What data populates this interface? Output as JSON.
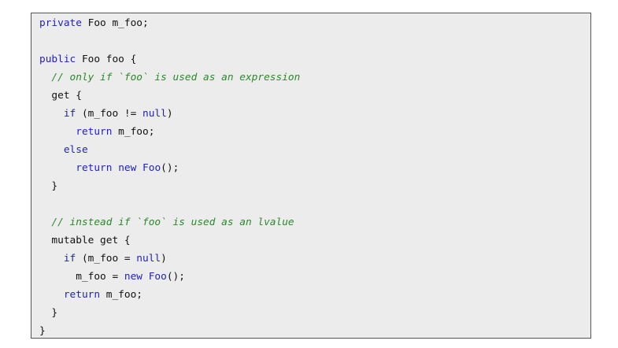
{
  "colors": {
    "background": "#ececec",
    "border": "#555555",
    "text": "#111111",
    "keyword": "#1f1fbf",
    "comment": "#2a8a2a"
  },
  "code": {
    "lines": [
      [
        {
          "t": "kw",
          "v": "private"
        },
        {
          "t": "tx",
          "v": " Foo m_foo;"
        }
      ],
      [],
      [
        {
          "t": "kw",
          "v": "public"
        },
        {
          "t": "tx",
          "v": " Foo foo {"
        }
      ],
      [
        {
          "t": "tx",
          "v": "  "
        },
        {
          "t": "cm",
          "v": "// only if `foo` is used as an expression"
        }
      ],
      [
        {
          "t": "tx",
          "v": "  get {"
        }
      ],
      [
        {
          "t": "tx",
          "v": "    "
        },
        {
          "t": "kw",
          "v": "if"
        },
        {
          "t": "tx",
          "v": " (m_foo != "
        },
        {
          "t": "kw",
          "v": "null"
        },
        {
          "t": "tx",
          "v": ")"
        }
      ],
      [
        {
          "t": "tx",
          "v": "      "
        },
        {
          "t": "kw",
          "v": "return"
        },
        {
          "t": "tx",
          "v": " m_foo;"
        }
      ],
      [
        {
          "t": "tx",
          "v": "    "
        },
        {
          "t": "kw",
          "v": "else"
        }
      ],
      [
        {
          "t": "tx",
          "v": "      "
        },
        {
          "t": "kw",
          "v": "return"
        },
        {
          "t": "tx",
          "v": " "
        },
        {
          "t": "kw",
          "v": "new"
        },
        {
          "t": "tx",
          "v": " "
        },
        {
          "t": "kw",
          "v": "Foo"
        },
        {
          "t": "tx",
          "v": "();"
        }
      ],
      [
        {
          "t": "tx",
          "v": "  }"
        }
      ],
      [],
      [
        {
          "t": "tx",
          "v": "  "
        },
        {
          "t": "cm",
          "v": "// instead if `foo` is used as an lvalue"
        }
      ],
      [
        {
          "t": "tx",
          "v": "  mutable get {"
        }
      ],
      [
        {
          "t": "tx",
          "v": "    "
        },
        {
          "t": "kw",
          "v": "if"
        },
        {
          "t": "tx",
          "v": " (m_foo = "
        },
        {
          "t": "kw",
          "v": "null"
        },
        {
          "t": "tx",
          "v": ")"
        }
      ],
      [
        {
          "t": "tx",
          "v": "      m_foo = "
        },
        {
          "t": "kw",
          "v": "new"
        },
        {
          "t": "tx",
          "v": " "
        },
        {
          "t": "kw",
          "v": "Foo"
        },
        {
          "t": "tx",
          "v": "();"
        }
      ],
      [
        {
          "t": "tx",
          "v": "    "
        },
        {
          "t": "kw",
          "v": "return"
        },
        {
          "t": "tx",
          "v": " m_foo;"
        }
      ],
      [
        {
          "t": "tx",
          "v": "  }"
        }
      ],
      [
        {
          "t": "tx",
          "v": "}"
        }
      ]
    ]
  }
}
